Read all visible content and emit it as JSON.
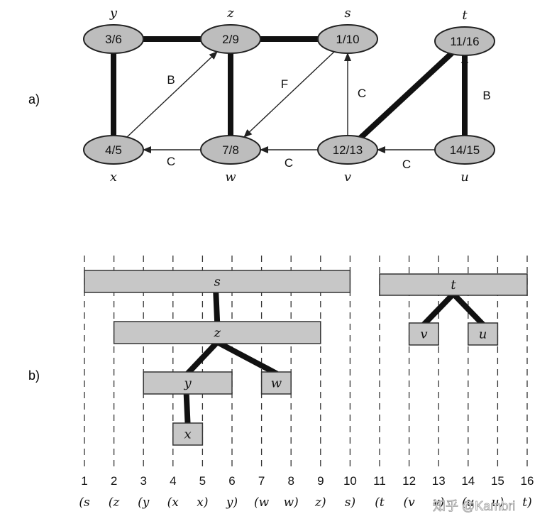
{
  "graph": {
    "panel_label": "a)",
    "nodes": [
      {
        "id": "y",
        "name": "y",
        "times": "3/6"
      },
      {
        "id": "z",
        "name": "z",
        "times": "2/9"
      },
      {
        "id": "s",
        "name": "s",
        "times": "1/10"
      },
      {
        "id": "t",
        "name": "t",
        "times": "11/16"
      },
      {
        "id": "x",
        "name": "x",
        "times": "4/5"
      },
      {
        "id": "w",
        "name": "w",
        "times": "7/8"
      },
      {
        "id": "v",
        "name": "v",
        "times": "12/13"
      },
      {
        "id": "u",
        "name": "u",
        "times": "14/15"
      }
    ],
    "tree_edges": [
      {
        "from": "s",
        "to": "z"
      },
      {
        "from": "z",
        "to": "y"
      },
      {
        "from": "y",
        "to": "x"
      },
      {
        "from": "z",
        "to": "w"
      },
      {
        "from": "t",
        "to": "v"
      },
      {
        "from": "t",
        "to": "u"
      }
    ],
    "labeled_edges": [
      {
        "from": "x",
        "to": "z",
        "label": "B"
      },
      {
        "from": "s",
        "to": "w",
        "label": "F"
      },
      {
        "from": "v",
        "to": "s",
        "label": "C"
      },
      {
        "from": "u",
        "to": "t",
        "label": "B"
      },
      {
        "from": "w",
        "to": "x",
        "label": "C"
      },
      {
        "from": "v",
        "to": "w",
        "label": "C"
      },
      {
        "from": "u",
        "to": "v",
        "label": "C"
      }
    ]
  },
  "intervals": {
    "panel_label": "b)",
    "bars": [
      {
        "id": "s",
        "label": "s",
        "start": 1,
        "end": 10
      },
      {
        "id": "z",
        "label": "z",
        "start": 2,
        "end": 9
      },
      {
        "id": "y",
        "label": "y",
        "start": 3,
        "end": 6
      },
      {
        "id": "w",
        "label": "w",
        "start": 7,
        "end": 8
      },
      {
        "id": "x",
        "label": "x",
        "start": 4,
        "end": 5
      },
      {
        "id": "t",
        "label": "t",
        "start": 11,
        "end": 16
      },
      {
        "id": "v",
        "label": "v",
        "start": 12,
        "end": 13
      },
      {
        "id": "u",
        "label": "u",
        "start": 14,
        "end": 15
      }
    ],
    "tree_links": [
      {
        "from": "s",
        "to": "z"
      },
      {
        "from": "z",
        "to": "y"
      },
      {
        "from": "z",
        "to": "w"
      },
      {
        "from": "y",
        "to": "x"
      },
      {
        "from": "t",
        "to": "v"
      },
      {
        "from": "t",
        "to": "u"
      }
    ],
    "ticks": [
      "1",
      "2",
      "3",
      "4",
      "5",
      "6",
      "7",
      "8",
      "9",
      "10",
      "11",
      "12",
      "13",
      "14",
      "15",
      "16"
    ],
    "parens": [
      "(s",
      "(z",
      "(y",
      "(x",
      "x)",
      "y)",
      "(w",
      "w)",
      "z)",
      "s)",
      "(t",
      "(v",
      "v)",
      "(u",
      "u)",
      "t)"
    ]
  },
  "watermark": "知乎 @Kambri"
}
